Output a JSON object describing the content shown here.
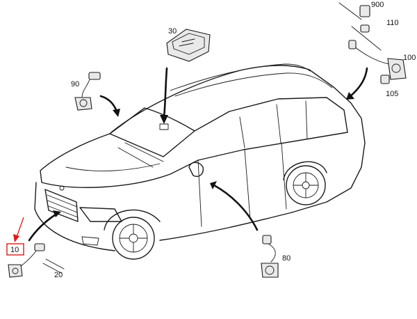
{
  "callouts": {
    "c900": "900",
    "c110": "110",
    "c100": "100",
    "c105": "105",
    "c30": "30",
    "c90": "90",
    "c10": "10",
    "c20": "20",
    "c80": "80"
  },
  "colors": {
    "highlight": "#e0191a",
    "line": "#1a1a1a",
    "part_fill": "#e9e9e9"
  }
}
